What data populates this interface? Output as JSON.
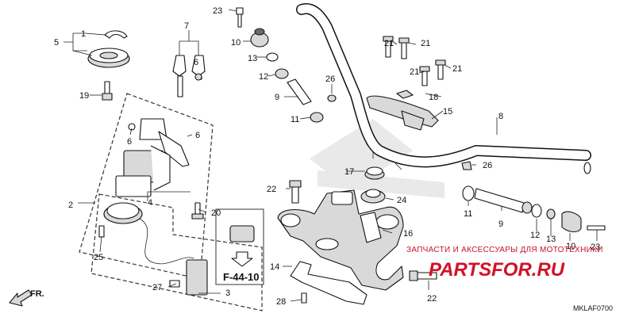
{
  "diagram": {
    "callouts": [
      "1",
      "2",
      "3",
      "4",
      "5",
      "6",
      "6",
      "6",
      "7",
      "8",
      "9",
      "9",
      "10",
      "10",
      "11",
      "11",
      "12",
      "12",
      "13",
      "13",
      "14",
      "15",
      "16",
      "17",
      "18",
      "19",
      "20",
      "21",
      "21",
      "21",
      "21",
      "22",
      "22",
      "23",
      "23",
      "24",
      "25",
      "26",
      "26",
      "27",
      "28"
    ],
    "reference": "F-44-10",
    "direction": "FR.",
    "diagram_code": "MKLAF0700"
  },
  "watermark": {
    "text": "ЗАПЧАСТИ И АКСЕССУАРЫ ДЛЯ МОТОТЕХНИКИ",
    "logo": "PARTSFOR.RU"
  }
}
